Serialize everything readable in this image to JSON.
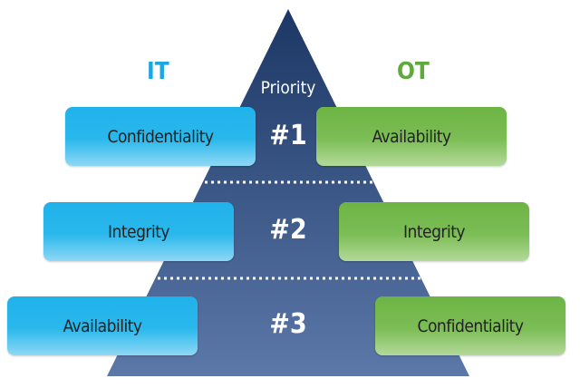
{
  "title": "Priority",
  "it": {
    "label": "IT",
    "color": "#1aa8e0",
    "items": [
      "Confidentiality",
      "Integrity",
      "Availability"
    ]
  },
  "ot": {
    "label": "OT",
    "color": "#5eaa3c",
    "items": [
      "Availability",
      "Integrity",
      "Confidentiality"
    ]
  },
  "ranks": [
    "#1",
    "#2",
    "#3"
  ]
}
